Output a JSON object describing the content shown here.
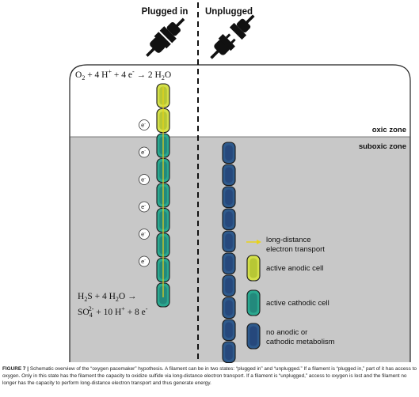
{
  "header": {
    "plugged_label": "Plugged in",
    "unplugged_label": "Unplugged"
  },
  "zones": {
    "oxic_label": "oxic zone",
    "suboxic_label": "suboxic zone",
    "oxic_color": "#ffffff",
    "suboxic_color": "#c8c8c8"
  },
  "equations": {
    "oxygen": {
      "a": "O",
      "a_sub": "2",
      "b": " + 4 H",
      "b_sup": "+",
      "c": " + 4 e",
      "c_sup": "-",
      "d": " → 2 H",
      "d_sub": "2",
      "e": "O"
    },
    "sulfide_line1": {
      "a": "H",
      "a_sub": "2",
      "b": "S + 4 H",
      "b_sub": "2",
      "c": "O →"
    },
    "sulfide_line2": {
      "a": "SO",
      "a_sub": "4",
      "a_sup": "2-",
      "b": " + 10 H",
      "b_sup": "+",
      "c": " + 8 e",
      "c_sup": "-"
    }
  },
  "electron_label": "e",
  "electron_sup": "-",
  "plugged_filament": {
    "cells": [
      "anodic",
      "anodic",
      "cathodic",
      "cathodic",
      "cathodic",
      "cathodic",
      "cathodic",
      "cathodic",
      "cathodic"
    ],
    "electron_count": 6
  },
  "unplugged_filament": {
    "cells": [
      "none",
      "none",
      "none",
      "none",
      "none",
      "none",
      "none",
      "none",
      "none",
      "none"
    ]
  },
  "legend": {
    "items": [
      {
        "kind": "arrow",
        "label_line1": "long-distance",
        "label_line2": "electron transport"
      },
      {
        "kind": "anodic",
        "label_line1": "active anodic cell",
        "label_line2": ""
      },
      {
        "kind": "cathodic",
        "label_line1": "active cathodic cell",
        "label_line2": ""
      },
      {
        "kind": "none",
        "label_line1": "no anodic or",
        "label_line2": "cathodic metabolism"
      }
    ]
  },
  "colors": {
    "anodic_fill": "#d4e04a",
    "anodic_inner": "#9fb324",
    "cathodic_fill": "#2aa88f",
    "cathodic_inner": "#1d6f6e",
    "none_fill": "#2e5a8c",
    "none_inner": "#203a70",
    "arrow": "#e8d21a"
  },
  "caption": {
    "label": "FIGURE 7 |",
    "text": " Schematic overview of the “oxygen pacemaker” hypothesis. A filament can be in two states: “plugged in” and “unplugged.” If a filament is “plugged in,” part of it has access to oxygen. Only in this state has the filament the capacity to oxidize sulfide via long-distance electron transport. If a filament is “unplugged,” access to oxygen is lost and the filament no longer has the capacity to perform long-distance electron transport and thus generate energy."
  }
}
